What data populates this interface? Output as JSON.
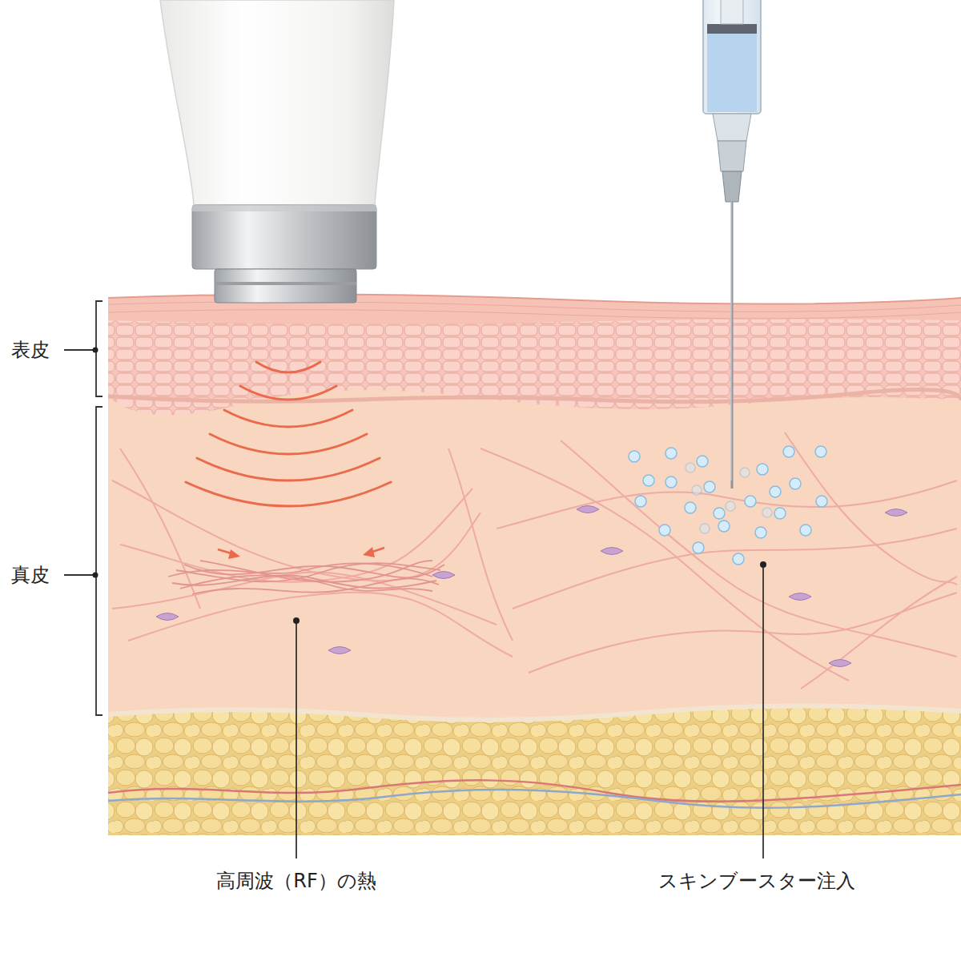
{
  "diagram": {
    "labels": [
      "表皮",
      "真皮",
      "高周波（RF）の熱",
      "スキンブースター注入"
    ]
  }
}
